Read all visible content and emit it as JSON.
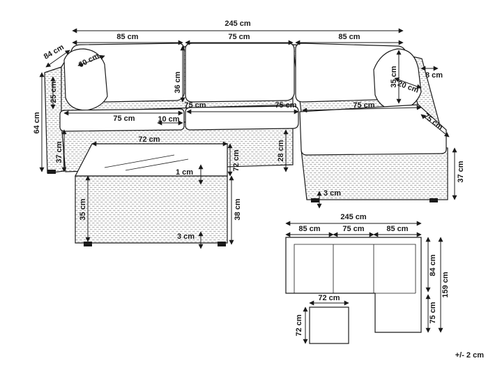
{
  "dimensions": {
    "total_width": "245 cm",
    "left_module_width": "85 cm",
    "middle_module_width": "75 cm",
    "right_module_width": "85 cm",
    "depth": "84 cm",
    "back_cushion_left": "60 cm",
    "back_cushion_left_height": "25 cm",
    "back_height_mid": "36 cm",
    "back_cushion_right_height": "35 cm",
    "armrest_width": "8 cm",
    "armrest_depth": "20 cm",
    "seat_left": "75 cm",
    "seat_mid_a": "75 cm",
    "seat_mid_b": "75 cm",
    "ottoman_width": "75 cm",
    "ottoman_depth": "75 cm",
    "armrest_thickness": "10 cm",
    "total_height": "64 cm",
    "seat_base_height": "37 cm",
    "seat_height_mid": "28 cm",
    "ottoman_height": "37 cm",
    "ottoman_foot": "3 cm",
    "table_width": "72 cm",
    "table_depth": "72 cm",
    "table_glass": "1 cm",
    "table_inner_height": "35 cm",
    "table_height": "38 cm",
    "table_foot": "3 cm"
  },
  "plan": {
    "total_width": "245 cm",
    "left_width": "85 cm",
    "middle_width": "75 cm",
    "right_width": "85 cm",
    "sofa_depth": "84 cm",
    "total_depth": "159 cm",
    "ottoman_depth": "75 cm",
    "table_width": "72 cm",
    "table_depth": "72 cm"
  },
  "tolerance": "+/- 2 cm"
}
